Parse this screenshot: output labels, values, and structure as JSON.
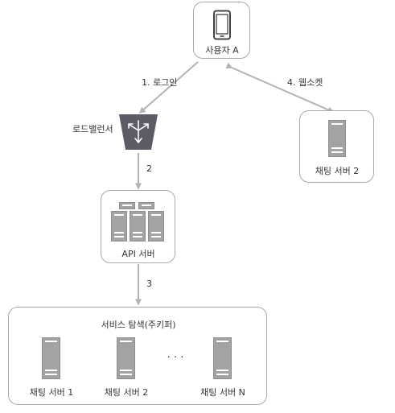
{
  "nodes": {
    "user": {
      "label": "사용자 A",
      "icon": "smartphone-icon"
    },
    "load_balancer": {
      "label": "로드밸런서",
      "icon": "load-balancer-icon"
    },
    "chat_server_2_top": {
      "label": "채팅 서버 2",
      "icon": "server-icon"
    },
    "api_server": {
      "label": "API 서버",
      "icon": "server-cluster-icon"
    },
    "service_discovery": {
      "title": "서비스 탐색(주키퍼)",
      "servers": [
        {
          "label": "채팅 서버 1",
          "icon": "server-icon"
        },
        {
          "label": "채팅 서버 2",
          "icon": "server-icon"
        },
        {
          "label": "채팅 서버 N",
          "icon": "server-icon"
        }
      ],
      "ellipsis": "· · ·"
    }
  },
  "edges": {
    "login": "1. 로그인",
    "websocket": "4. 웹소켓",
    "lb_to_api": "2",
    "api_to_discovery": "3"
  },
  "colors": {
    "border": "#a9a9a9",
    "arrow": "#b3b3b3",
    "server_fill": "#a3a3a3",
    "lb_fill": "#5c5c66",
    "text": "#333333"
  }
}
